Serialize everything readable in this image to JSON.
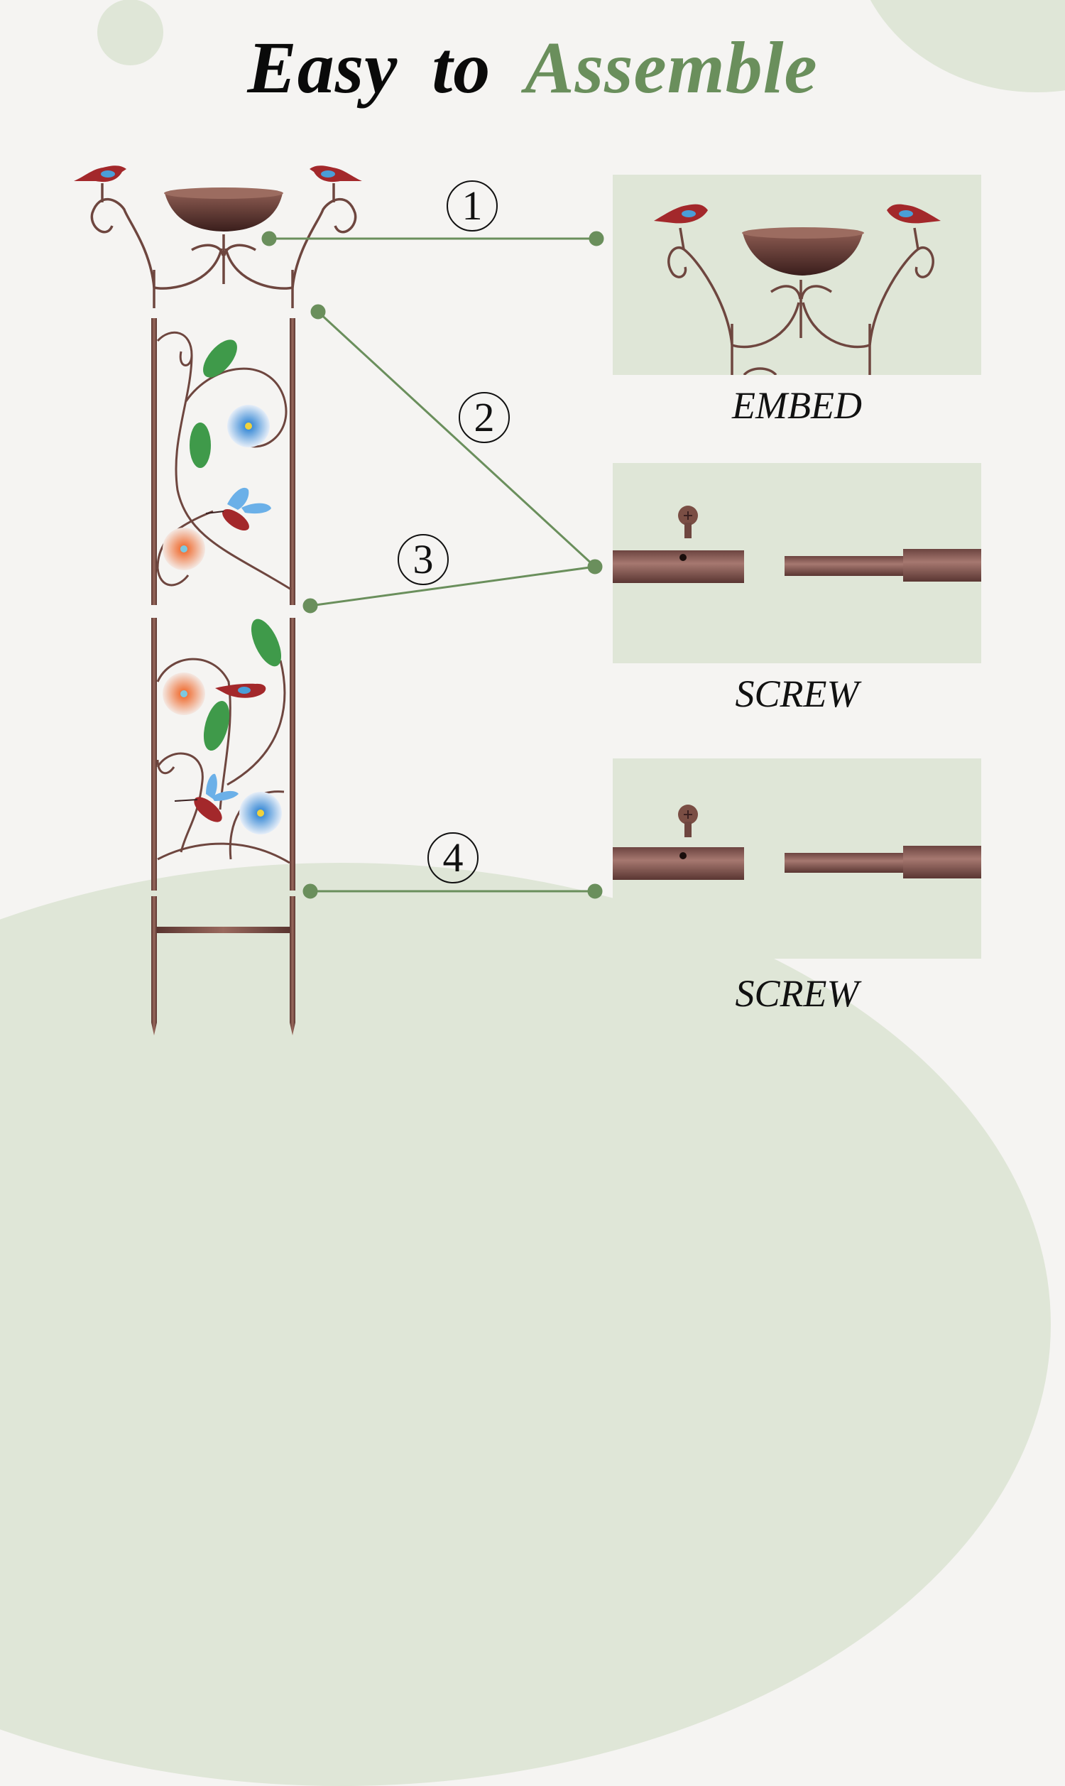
{
  "title": {
    "word1": "Easy",
    "word2": "to",
    "word3": "Assemble"
  },
  "colors": {
    "background": "#f5f4f2",
    "accent_green": "#6a8f5c",
    "panel_bg": "#dfe6d7",
    "metal_bronze": "#7a4e44",
    "bird_red": "#a3282b",
    "flower_blue": "#2f8fd8",
    "flower_orange": "#ef6a2a",
    "leaf_green": "#3f9a4a"
  },
  "steps": [
    {
      "number": "1",
      "connects": "bird-bath-bowl-top",
      "panel": "embed"
    },
    {
      "number": "2",
      "connects": "upper-panel-top",
      "panel": "screw-1"
    },
    {
      "number": "3",
      "connects": "upper-panel-bottom",
      "panel": "screw-1"
    },
    {
      "number": "4",
      "connects": "lower-panel-bottom",
      "panel": "screw-2"
    }
  ],
  "panels": {
    "embed": {
      "caption": "EMBED"
    },
    "screw_1": {
      "caption": "SCREW"
    },
    "screw_2": {
      "caption": "SCREW"
    }
  }
}
